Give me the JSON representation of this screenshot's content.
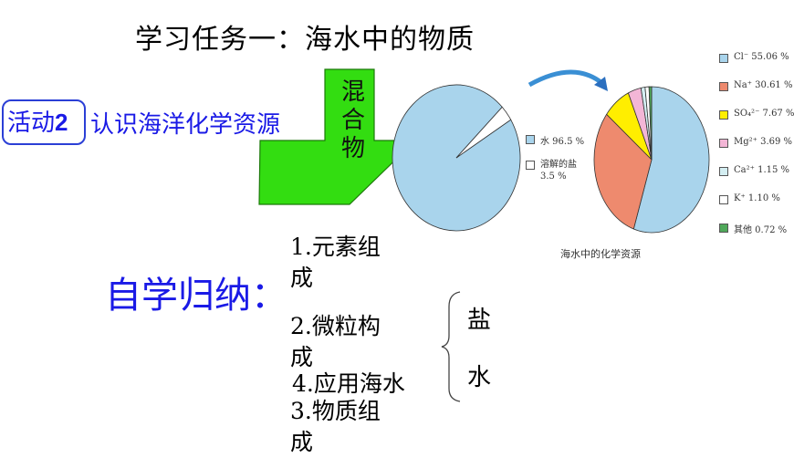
{
  "title": "学习任务一：海水中的物质",
  "activity": {
    "label": "活动",
    "number": "2",
    "text": "认识海洋化学资源"
  },
  "arrow_text": "混合物",
  "self_study": "自学归纳：",
  "items": [
    {
      "line1": "1.元素组",
      "line2": "成"
    },
    {
      "line1": "2.微粒构",
      "line2": "成"
    },
    {
      "line1": "4.应用海水",
      "line2": ""
    },
    {
      "line1": "3.物质组",
      "line2": "成"
    }
  ],
  "brace_items": [
    "盐",
    "水"
  ],
  "colors": {
    "blue_text": "#1a1ae6",
    "arrow_green": "#33dd11",
    "water": "#a9d4ec",
    "cl": "#a9d4ec",
    "na": "#ee8a6e",
    "so4": "#ffee00",
    "mg": "#f3b6d6",
    "ca": "#d4eef2",
    "k": "#ffffff",
    "other": "#4fa85a"
  },
  "chart_data": [
    {
      "type": "pie",
      "labels": [
        "水 96.5 %",
        "溶解的盐 3.5 %"
      ],
      "series_labels": [
        "水",
        "溶解的盐"
      ],
      "values": [
        96.5,
        3.5
      ],
      "legend": [
        {
          "text": "水 96.5 %"
        },
        {
          "text1": "溶解的盐",
          "text2": "3.5 %"
        }
      ]
    },
    {
      "type": "pie",
      "labels": [
        "Cl⁻",
        "Na⁺",
        "SO₄²⁻",
        "Mg²⁺",
        "Ca²⁺",
        "K⁺",
        "其他"
      ],
      "values": [
        55.06,
        30.61,
        7.67,
        3.69,
        1.15,
        1.1,
        0.72
      ],
      "legend_text": [
        "Cl⁻ 55.06 %",
        "Na⁺ 30.61 %",
        "SO₄²⁻ 7.67 %",
        "Mg²⁺ 3.69 %",
        "Ca²⁺ 1.15 %",
        "K⁺ 1.10 %",
        "其他 0.72 %"
      ],
      "title": "海水中的化学资源"
    }
  ]
}
